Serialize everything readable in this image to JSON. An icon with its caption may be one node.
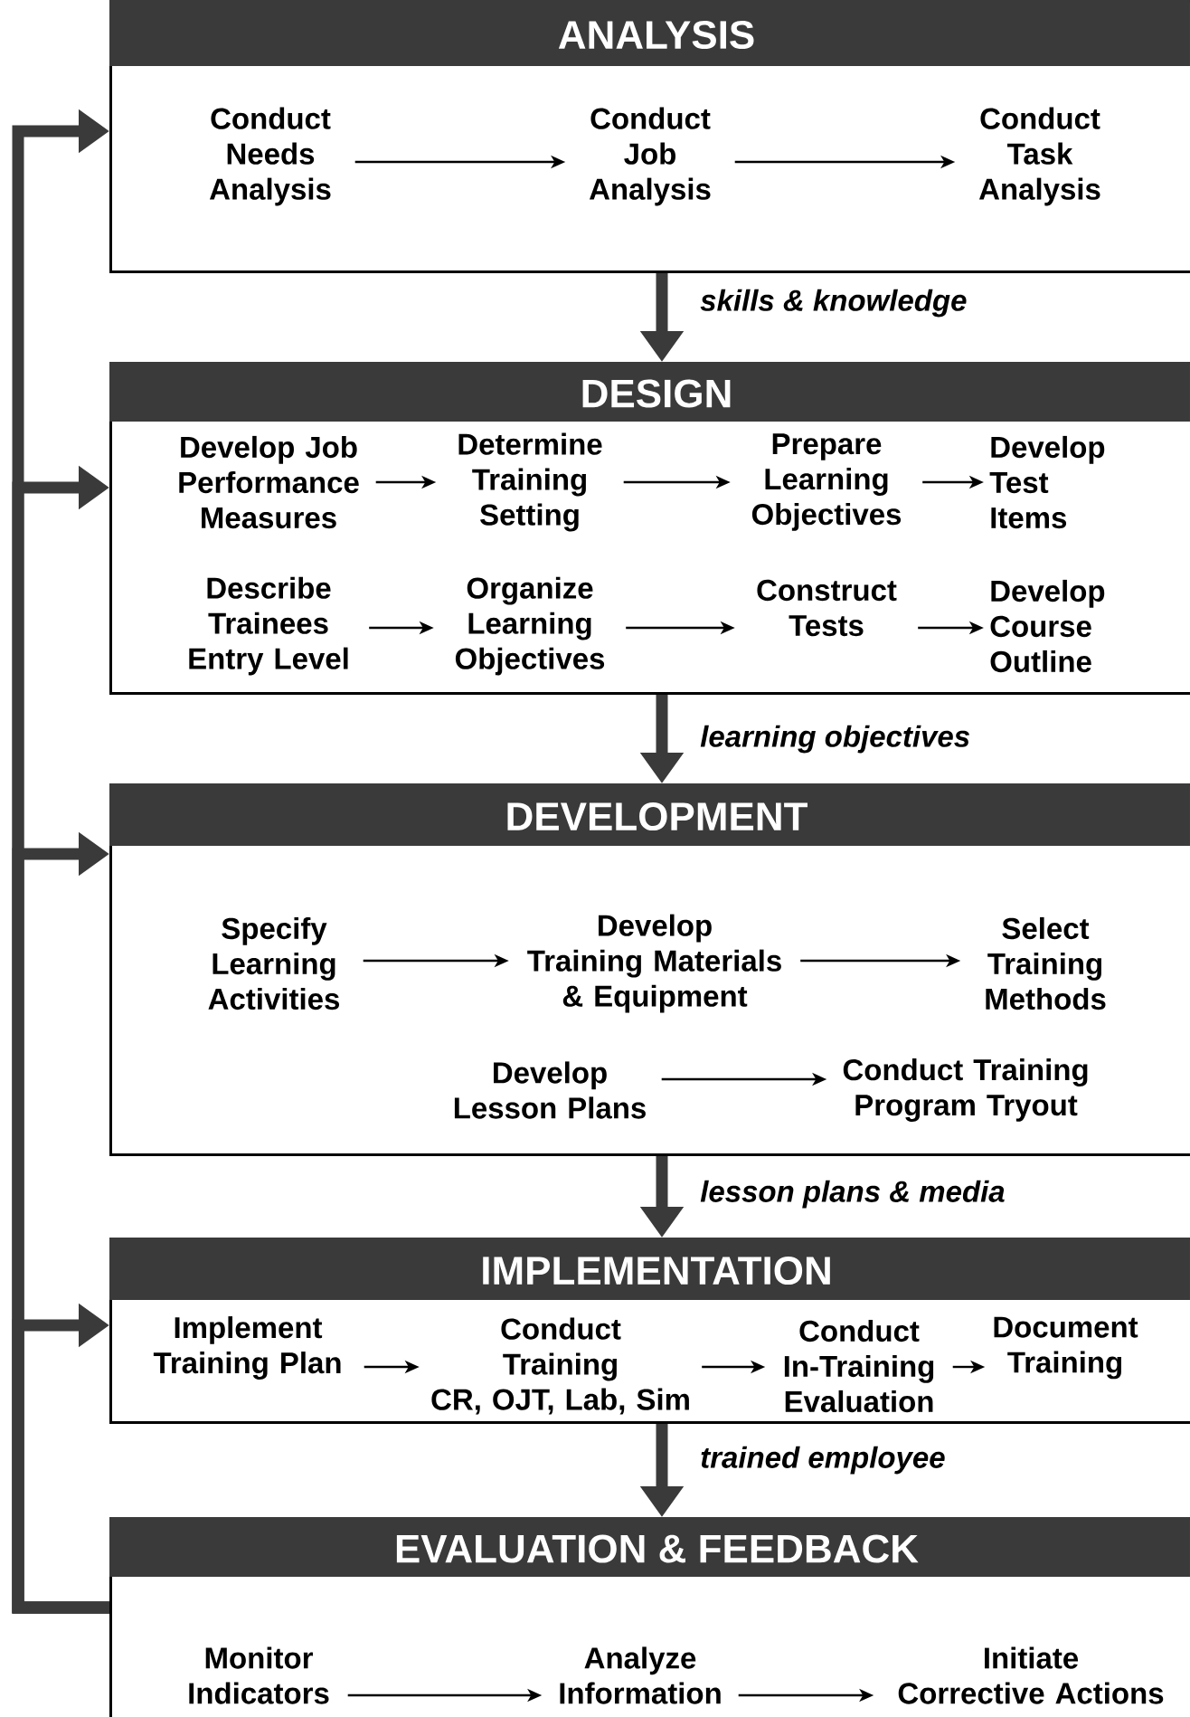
{
  "diagram": {
    "nodes": [
      {
        "text": [
          "ANALYSIS"
        ]
      },
      {
        "text": [
          "Conduct Needs Analysis"
        ],
        "in": 0
      },
      {
        "text": [
          "Conduct Job Analysis"
        ],
        "in": 0
      },
      {
        "text": [
          "Conduct Task Analysis"
        ],
        "in": 0
      },
      {
        "text": [
          "DESIGN"
        ]
      },
      {
        "text": [
          "Develop Job Performance Measures"
        ],
        "in": 4
      },
      {
        "text": [
          "Determine Training Setting"
        ],
        "in": 4
      },
      {
        "text": [
          "Prepare Learning Objectives"
        ],
        "in": 4
      },
      {
        "text": [
          "Develop Test Items"
        ],
        "in": 4
      },
      {
        "text": [
          "Describe Trainees Entry Level"
        ],
        "in": 4
      },
      {
        "text": [
          "Organize Learning Objectives"
        ],
        "in": 4
      },
      {
        "text": [
          "Construct Tests"
        ],
        "in": 4
      },
      {
        "text": [
          "Develop Course Outline"
        ],
        "in": 4
      },
      {
        "text": [
          "DEVELOPMENT"
        ]
      },
      {
        "text": [
          "Specify Learning Activities"
        ],
        "in": 13
      },
      {
        "text": [
          "Develop Training Materials & Equipment"
        ],
        "in": 13
      },
      {
        "text": [
          "Select Training Methods"
        ],
        "in": 13
      },
      {
        "text": [
          "Develop Lesson Plans"
        ],
        "in": 13
      },
      {
        "text": [
          "Conduct Training Program Tryout"
        ],
        "in": 13
      },
      {
        "text": [
          "IMPLEMENTATION"
        ]
      },
      {
        "text": [
          "Implement Training Plan"
        ],
        "in": 19
      },
      {
        "text": [
          "Conduct Training",
          "CR, OJT, Lab, Sim"
        ],
        "in": 19
      },
      {
        "text": [
          "Conduct In-Training Evaluation"
        ],
        "in": 19
      },
      {
        "text": [
          "Document Training"
        ],
        "in": 19
      },
      {
        "text": [
          "EVALUATION & FEEDBACK"
        ]
      },
      {
        "text": [
          "Monitor Indicators"
        ],
        "in": 24
      },
      {
        "text": [
          "Analyze Information"
        ],
        "in": 24
      },
      {
        "text": [
          "Initiate Corrective Actions"
        ],
        "in": 24
      }
    ],
    "edges": [
      {
        "from": 1,
        "to": 2,
        "arrow": "to"
      },
      {
        "from": 2,
        "to": 3,
        "arrow": "to"
      },
      {
        "from": 0,
        "to": 4,
        "arrow": "to",
        "label": "skills & knowledge",
        "style": "thick"
      },
      {
        "from": 5,
        "to": 6,
        "arrow": "to"
      },
      {
        "from": 6,
        "to": 7,
        "arrow": "to"
      },
      {
        "from": 7,
        "to": 8,
        "arrow": "to"
      },
      {
        "from": 9,
        "to": 10,
        "arrow": "to"
      },
      {
        "from": 10,
        "to": 11,
        "arrow": "to"
      },
      {
        "from": 11,
        "to": 12,
        "arrow": "to"
      },
      {
        "from": 4,
        "to": 13,
        "arrow": "to",
        "label": "learning objectives",
        "style": "thick"
      },
      {
        "from": 14,
        "to": 15,
        "arrow": "to"
      },
      {
        "from": 15,
        "to": 16,
        "arrow": "to"
      },
      {
        "from": 17,
        "to": 18,
        "arrow": "to"
      },
      {
        "from": 13,
        "to": 19,
        "arrow": "to",
        "label": "lesson plans & media",
        "style": "thick"
      },
      {
        "from": 20,
        "to": 21,
        "arrow": "to"
      },
      {
        "from": 21,
        "to": 22,
        "arrow": "to"
      },
      {
        "from": 22,
        "to": 23,
        "arrow": "to"
      },
      {
        "from": 19,
        "to": 24,
        "arrow": "to",
        "label": "trained employee",
        "style": "thick"
      },
      {
        "from": 25,
        "to": 26,
        "arrow": "to"
      },
      {
        "from": 26,
        "to": 27,
        "arrow": "to"
      },
      {
        "from": 24,
        "to": 0,
        "arrow": "to",
        "style": "thick"
      },
      {
        "from": 24,
        "to": 4,
        "arrow": "to",
        "style": "thick"
      },
      {
        "from": 24,
        "to": 13,
        "arrow": "to",
        "style": "thick"
      },
      {
        "from": 24,
        "to": 19,
        "arrow": "to",
        "style": "thick"
      }
    ]
  }
}
